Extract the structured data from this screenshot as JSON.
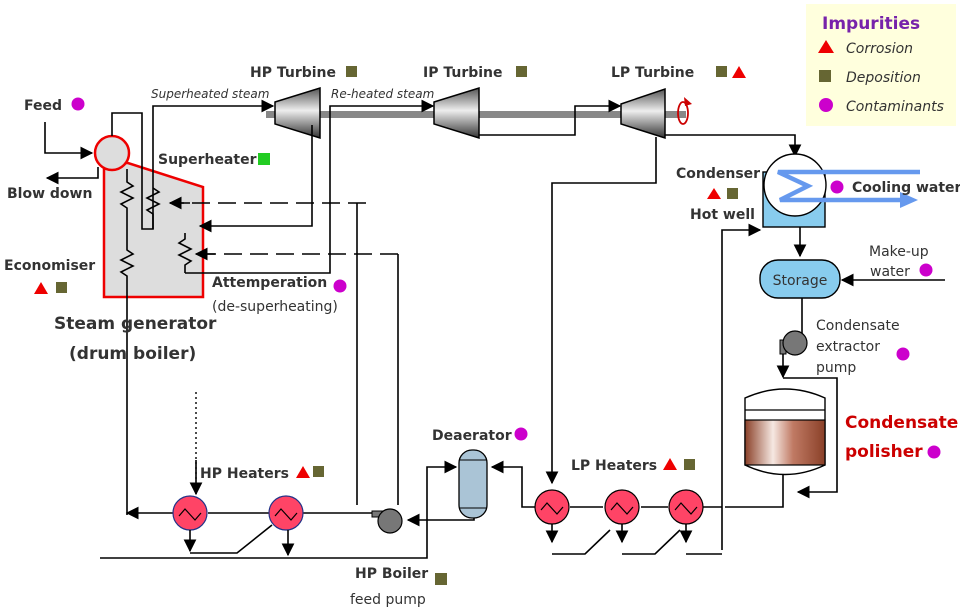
{
  "diagram": {
    "title": "Steam power plant water/steam cycle – impurities",
    "legend": {
      "title": "Impurities",
      "items": [
        {
          "symbol": "triangle",
          "label": "Corrosion",
          "color": "#ee0000"
        },
        {
          "symbol": "square",
          "label": "Deposition",
          "color": "#666633"
        },
        {
          "symbol": "circle",
          "label": "Contaminants",
          "color": "#cc00cc"
        }
      ]
    },
    "labels": {
      "feed": "Feed",
      "blow_down": "Blow down",
      "superheater": "Superheater",
      "economiser": "Economiser",
      "steam_generator_1": "Steam generator",
      "steam_generator_2": "(drum boiler)",
      "attemperation_1": "Attemperation",
      "attemperation_2": "(de-superheating)",
      "superheated_steam": "Superheated steam",
      "reheated_steam": "Re-heated steam",
      "hp_turbine": "HP Turbine",
      "ip_turbine": "IP Turbine",
      "lp_turbine": "LP Turbine",
      "condenser": "Condenser",
      "hot_well": "Hot well",
      "cooling_water": "Cooling water",
      "storage": "Storage",
      "make_up_1": "Make-up",
      "make_up_2": "water",
      "cep_1": "Condensate",
      "cep_2": "extractor",
      "cep_3": "pump",
      "polisher_1": "Condensate",
      "polisher_2": "polisher",
      "deaerator": "Deaerator",
      "lp_heaters": "LP Heaters",
      "hp_heaters": "HP Heaters",
      "bfp_1": "HP Boiler",
      "bfp_2": "feed pump"
    },
    "component_impurities": {
      "feed": [
        "contaminants"
      ],
      "superheater": [
        "superheater-marker"
      ],
      "economiser": [
        "corrosion",
        "deposition"
      ],
      "attemperation": [
        "contaminants"
      ],
      "hp_turbine": [
        "deposition"
      ],
      "ip_turbine": [
        "deposition"
      ],
      "lp_turbine": [
        "deposition",
        "corrosion"
      ],
      "condenser": [
        "corrosion",
        "deposition"
      ],
      "cooling_water": [
        "contaminants"
      ],
      "make_up_water": [
        "contaminants"
      ],
      "condensate_extractor_pump": [
        "contaminants"
      ],
      "condensate_polisher": [
        "contaminants"
      ],
      "deaerator": [
        "contaminants"
      ],
      "lp_heaters": [
        "corrosion",
        "deposition"
      ],
      "hp_heaters": [
        "corrosion",
        "deposition"
      ],
      "hp_boiler_feed_pump": [
        "deposition"
      ]
    },
    "colors": {
      "corrosion": "#ee0000",
      "deposition": "#666633",
      "contaminants": "#cc00cc",
      "superheater_marker": "#22cc22",
      "boiler_outline": "#ee0000",
      "boiler_fill": "#dddddd",
      "heater_fill": "#ff4466",
      "water_blue": "#88ccee",
      "cooling_coil": "#6699ee",
      "legend_bg": "#ffffdd",
      "polisher_resin": "#a0523a"
    }
  }
}
